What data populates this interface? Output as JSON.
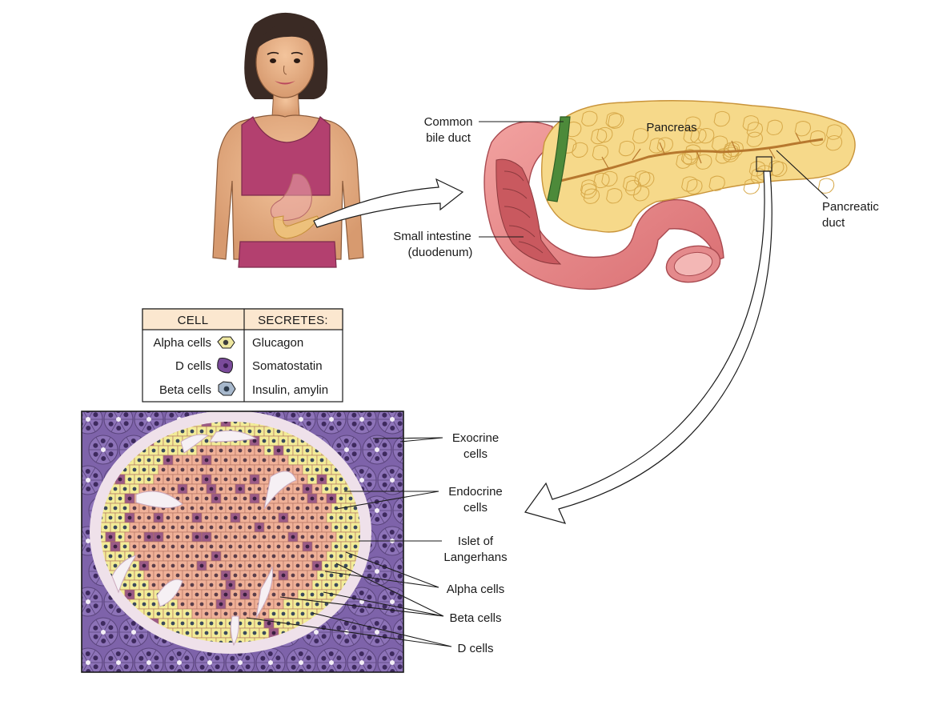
{
  "labels": {
    "common_bile_duct": [
      "Common",
      "bile duct"
    ],
    "pancreas": "Pancreas",
    "pancreatic_duct": [
      "Pancreatic",
      "duct"
    ],
    "small_intestine": [
      "Small intestine",
      "(duodenum)"
    ],
    "exocrine_cells": [
      "Exocrine",
      "cells"
    ],
    "endocrine_cells": [
      "Endocrine",
      "cells"
    ],
    "islet": [
      "Islet of",
      "Langerhans"
    ],
    "alpha_cells": "Alpha cells",
    "beta_cells": "Beta cells",
    "d_cells": "D cells"
  },
  "legend_table": {
    "headers": [
      "CELL",
      "SECRETES:"
    ],
    "rows": [
      {
        "cell": "Alpha cells",
        "secretes": "Glucagon",
        "icon": "alpha-cell-icon",
        "color": "#e8e39a"
      },
      {
        "cell": "D cells",
        "secretes": "Somatostatin",
        "icon": "d-cell-icon",
        "color": "#7a4a9a"
      },
      {
        "cell": "Beta cells",
        "secretes": "Insulin, amylin",
        "icon": "beta-cell-icon",
        "color": "#9fb2c9"
      }
    ]
  },
  "colors": {
    "pancreas": "#f6d98a",
    "pancreas_edge": "#d7a94a",
    "intestine": "#e98b8c",
    "intestine_dark": "#c9595f",
    "bile_duct": "#4d8a3a",
    "skin": "#e9b48a",
    "top": "#b3406f",
    "acinar": "#8d73b8",
    "islet_core": "#f2b9a0",
    "islet_ring": "#f4ee9c"
  }
}
